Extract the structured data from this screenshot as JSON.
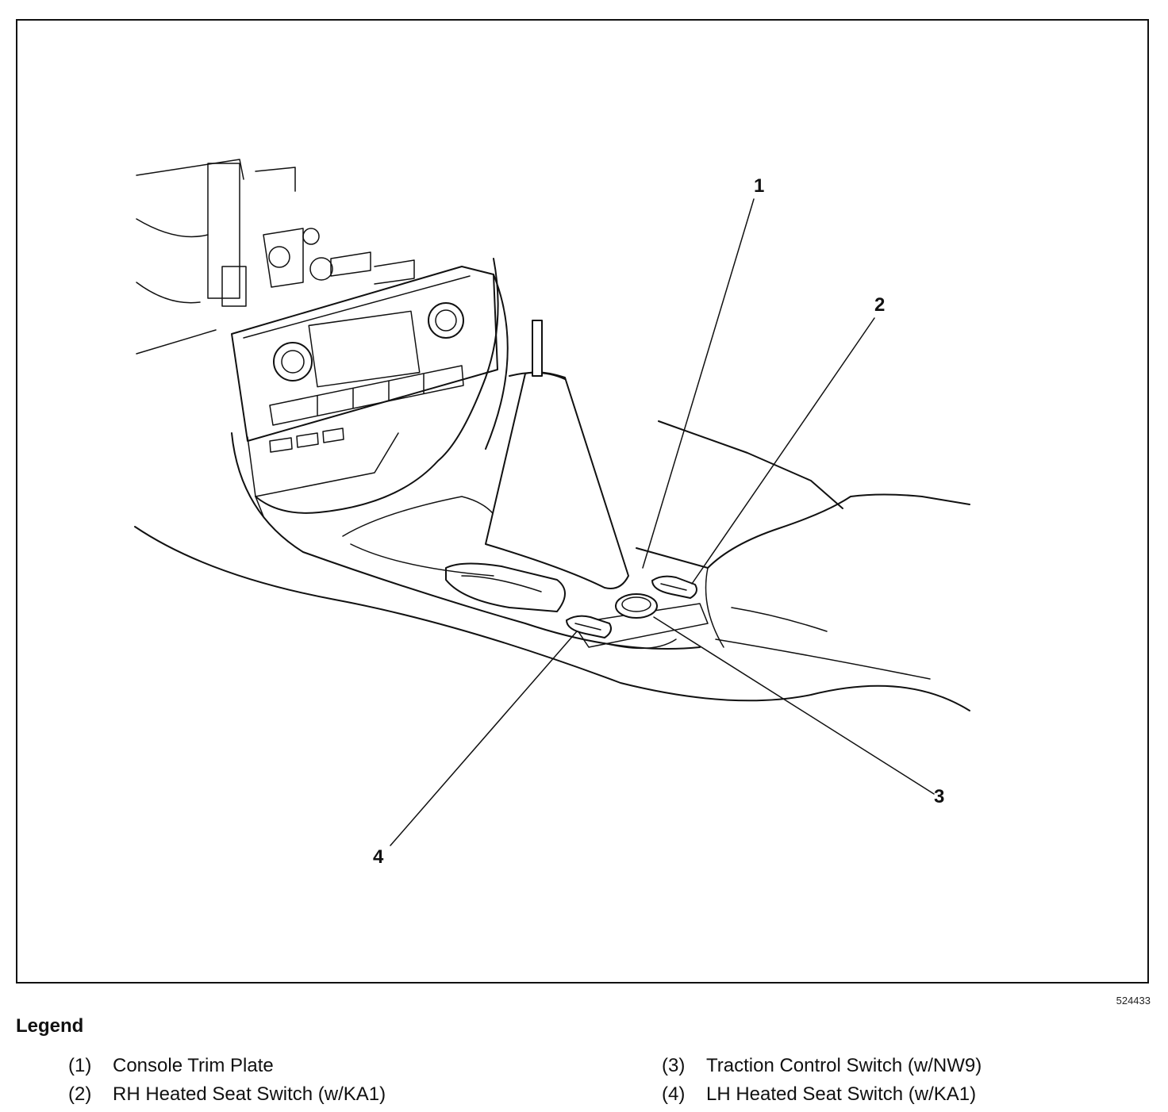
{
  "figure": {
    "id": "524433",
    "callouts": [
      "1",
      "2",
      "3",
      "4"
    ]
  },
  "legend": {
    "title": "Legend",
    "items": [
      {
        "num": "(1)",
        "label": "Console Trim Plate"
      },
      {
        "num": "(2)",
        "label": "RH Heated Seat Switch (w/KA1)"
      },
      {
        "num": "(3)",
        "label": "Traction Control Switch (w/NW9)"
      },
      {
        "num": "(4)",
        "label": "LH Heated Seat Switch (w/KA1)"
      }
    ]
  }
}
